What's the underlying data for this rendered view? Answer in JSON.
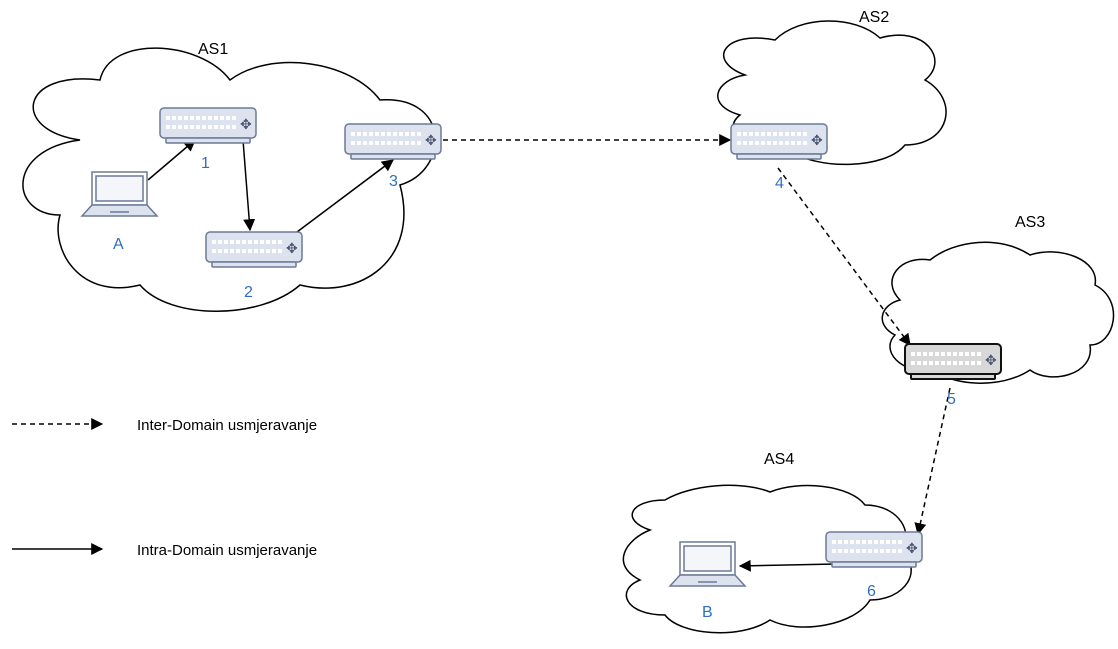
{
  "domains": {
    "as1": "AS1",
    "as2": "AS2",
    "as3": "AS3",
    "as4": "AS4"
  },
  "hosts": {
    "a": "A",
    "b": "B"
  },
  "routers": {
    "r1": "1",
    "r2": "2",
    "r3": "3",
    "r4": "4",
    "r5": "5",
    "r6": "6"
  },
  "legend": {
    "inter": "Inter-Domain usmjeravanje",
    "intra": "Intra-Domain usmjeravanje"
  },
  "colors": {
    "label_blue": "#2f6fc0",
    "router_fill": "#dde3ee",
    "router_stroke": "#6d7a96",
    "router_highlight_fill": "#d8d8d8",
    "router_highlight_stroke": "#111111",
    "laptop_stroke": "#6d7a96"
  },
  "icons": {
    "router": "router-icon",
    "host": "laptop-icon"
  }
}
